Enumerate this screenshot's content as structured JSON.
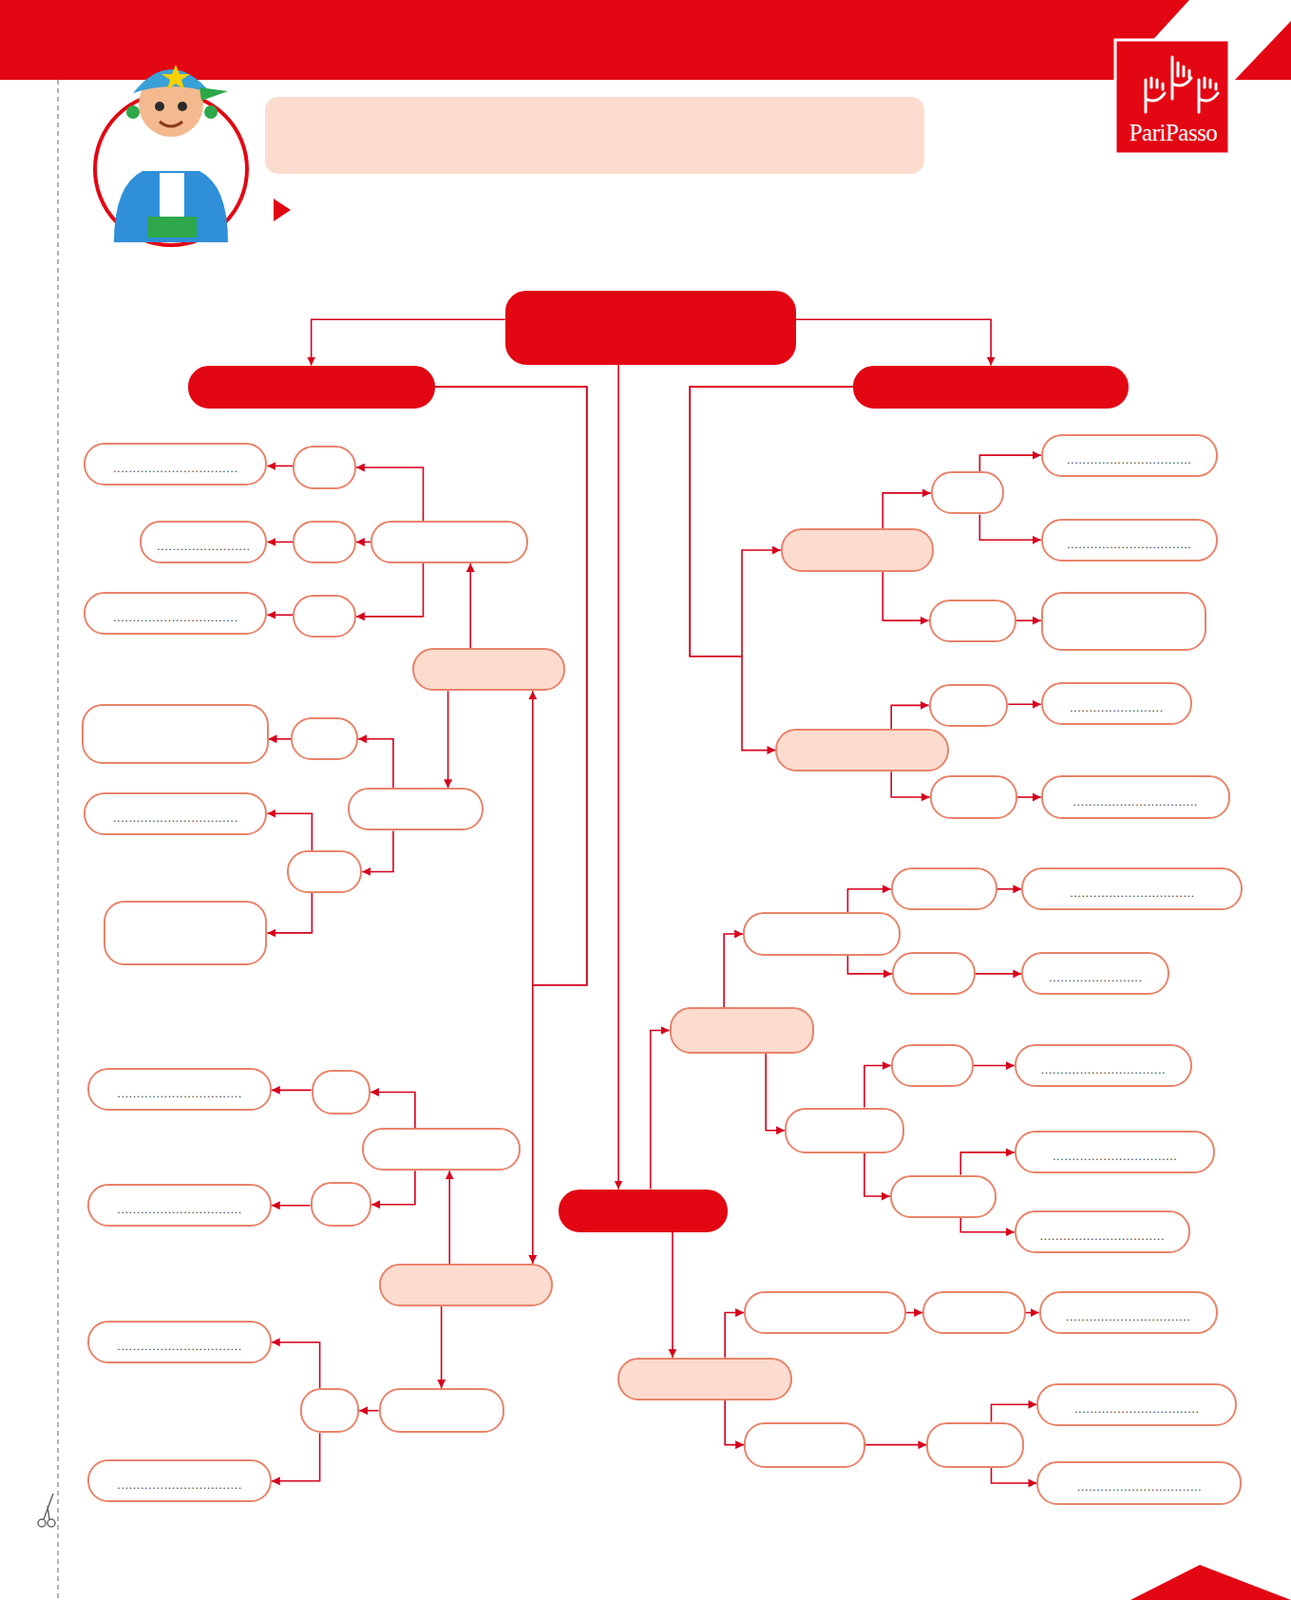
{
  "diagram": {
    "nodes": [
      {
        "text": []
      },
      {
        "text": []
      },
      {
        "text": []
      },
      {
        "text": []
      },
      {
        "text": []
      },
      {
        "text": []
      },
      {
        "text": []
      },
      {
        "text": [
          "................................"
        ]
      },
      {
        "text": []
      },
      {
        "text": [
          "........................"
        ]
      },
      {
        "text": []
      },
      {
        "text": [
          "................................"
        ]
      },
      {
        "text": []
      },
      {
        "text": []
      },
      {
        "text": []
      },
      {
        "text": []
      },
      {
        "text": [
          "................................"
        ]
      },
      {
        "text": []
      },
      {
        "text": []
      },
      {
        "text": []
      },
      {
        "text": []
      },
      {
        "text": [
          "................................"
        ]
      },
      {
        "text": []
      },
      {
        "text": [
          "................................"
        ]
      },
      {
        "text": []
      },
      {
        "text": []
      },
      {
        "text": [
          "................................"
        ]
      },
      {
        "text": [
          "................................"
        ]
      },
      {
        "text": []
      },
      {
        "text": []
      },
      {
        "text": [
          "................................"
        ]
      },
      {
        "text": [
          "................................"
        ]
      },
      {
        "text": []
      },
      {
        "text": []
      },
      {
        "text": []
      },
      {
        "text": []
      },
      {
        "text": [
          "........................"
        ]
      },
      {
        "text": []
      },
      {
        "text": [
          "................................"
        ]
      },
      {
        "text": []
      },
      {
        "text": []
      },
      {
        "text": []
      },
      {
        "text": [
          "................................"
        ]
      },
      {
        "text": []
      },
      {
        "text": [
          "........................"
        ]
      },
      {
        "text": []
      },
      {
        "text": []
      },
      {
        "text": [
          "................................"
        ]
      },
      {
        "text": []
      },
      {
        "text": [
          "................................"
        ]
      },
      {
        "text": [
          "................................"
        ]
      },
      {
        "text": []
      },
      {
        "text": []
      },
      {
        "text": []
      },
      {
        "text": [
          "................................"
        ]
      },
      {
        "text": []
      },
      {
        "text": []
      },
      {
        "text": [
          "................................"
        ]
      },
      {
        "text": [
          "................................"
        ]
      }
    ],
    "edges": [
      {
        "from": 0,
        "to": 1,
        "arrow": "to"
      },
      {
        "from": 0,
        "to": 2,
        "arrow": "to"
      },
      {
        "from": 0,
        "to": 3,
        "arrow": "to"
      },
      {
        "from": 1,
        "to": 4,
        "arrow": "to"
      },
      {
        "from": 1,
        "to": 18,
        "arrow": "to"
      },
      {
        "from": 2,
        "to": 28,
        "arrow": "to"
      },
      {
        "from": 2,
        "to": 34,
        "arrow": "to"
      },
      {
        "from": 3,
        "to": 39,
        "arrow": "to"
      },
      {
        "from": 3,
        "to": 51,
        "arrow": "to"
      },
      {
        "from": 4,
        "to": 5,
        "arrow": "to"
      },
      {
        "from": 4,
        "to": 12,
        "arrow": "to"
      },
      {
        "from": 5,
        "to": 6,
        "arrow": "to"
      },
      {
        "from": 5,
        "to": 8,
        "arrow": "to"
      },
      {
        "from": 5,
        "to": 10,
        "arrow": "to"
      },
      {
        "from": 6,
        "to": 7,
        "arrow": "to"
      },
      {
        "from": 8,
        "to": 9,
        "arrow": "to"
      },
      {
        "from": 10,
        "to": 11,
        "arrow": "to"
      },
      {
        "from": 12,
        "to": 13,
        "arrow": "to"
      },
      {
        "from": 12,
        "to": 15,
        "arrow": "to"
      },
      {
        "from": 13,
        "to": 14,
        "arrow": "to"
      },
      {
        "from": 15,
        "to": 16,
        "arrow": "to"
      },
      {
        "from": 15,
        "to": 17,
        "arrow": "to"
      },
      {
        "from": 18,
        "to": 19,
        "arrow": "to"
      },
      {
        "from": 18,
        "to": 24,
        "arrow": "to"
      },
      {
        "from": 19,
        "to": 20,
        "arrow": "to"
      },
      {
        "from": 19,
        "to": 22,
        "arrow": "to"
      },
      {
        "from": 20,
        "to": 21,
        "arrow": "to"
      },
      {
        "from": 22,
        "to": 23,
        "arrow": "to"
      },
      {
        "from": 24,
        "to": 25,
        "arrow": "to"
      },
      {
        "from": 25,
        "to": 26,
        "arrow": "to"
      },
      {
        "from": 25,
        "to": 27,
        "arrow": "to"
      },
      {
        "from": 28,
        "to": 29,
        "arrow": "to"
      },
      {
        "from": 28,
        "to": 32,
        "arrow": "to"
      },
      {
        "from": 29,
        "to": 30,
        "arrow": "to"
      },
      {
        "from": 29,
        "to": 31,
        "arrow": "to"
      },
      {
        "from": 32,
        "to": 33,
        "arrow": "to"
      },
      {
        "from": 34,
        "to": 35,
        "arrow": "to"
      },
      {
        "from": 34,
        "to": 37,
        "arrow": "to"
      },
      {
        "from": 35,
        "to": 36,
        "arrow": "to"
      },
      {
        "from": 37,
        "to": 38,
        "arrow": "to"
      },
      {
        "from": 39,
        "to": 40,
        "arrow": "to"
      },
      {
        "from": 39,
        "to": 45,
        "arrow": "to"
      },
      {
        "from": 40,
        "to": 41,
        "arrow": "to"
      },
      {
        "from": 40,
        "to": 43,
        "arrow": "to"
      },
      {
        "from": 41,
        "to": 42,
        "arrow": "to"
      },
      {
        "from": 43,
        "to": 44,
        "arrow": "to"
      },
      {
        "from": 45,
        "to": 46,
        "arrow": "to"
      },
      {
        "from": 45,
        "to": 48,
        "arrow": "to"
      },
      {
        "from": 46,
        "to": 47,
        "arrow": "to"
      },
      {
        "from": 48,
        "to": 49,
        "arrow": "to"
      },
      {
        "from": 48,
        "to": 50,
        "arrow": "to"
      },
      {
        "from": 51,
        "to": 52,
        "arrow": "to"
      },
      {
        "from": 51,
        "to": 55,
        "arrow": "to"
      },
      {
        "from": 52,
        "to": 53,
        "arrow": "to"
      },
      {
        "from": 53,
        "to": 54,
        "arrow": "to"
      },
      {
        "from": 55,
        "to": 56,
        "arrow": "to"
      },
      {
        "from": 56,
        "to": 57,
        "arrow": "to"
      },
      {
        "from": 56,
        "to": 58,
        "arrow": "to"
      }
    ],
    "labels": [
      "PariPasso"
    ]
  }
}
